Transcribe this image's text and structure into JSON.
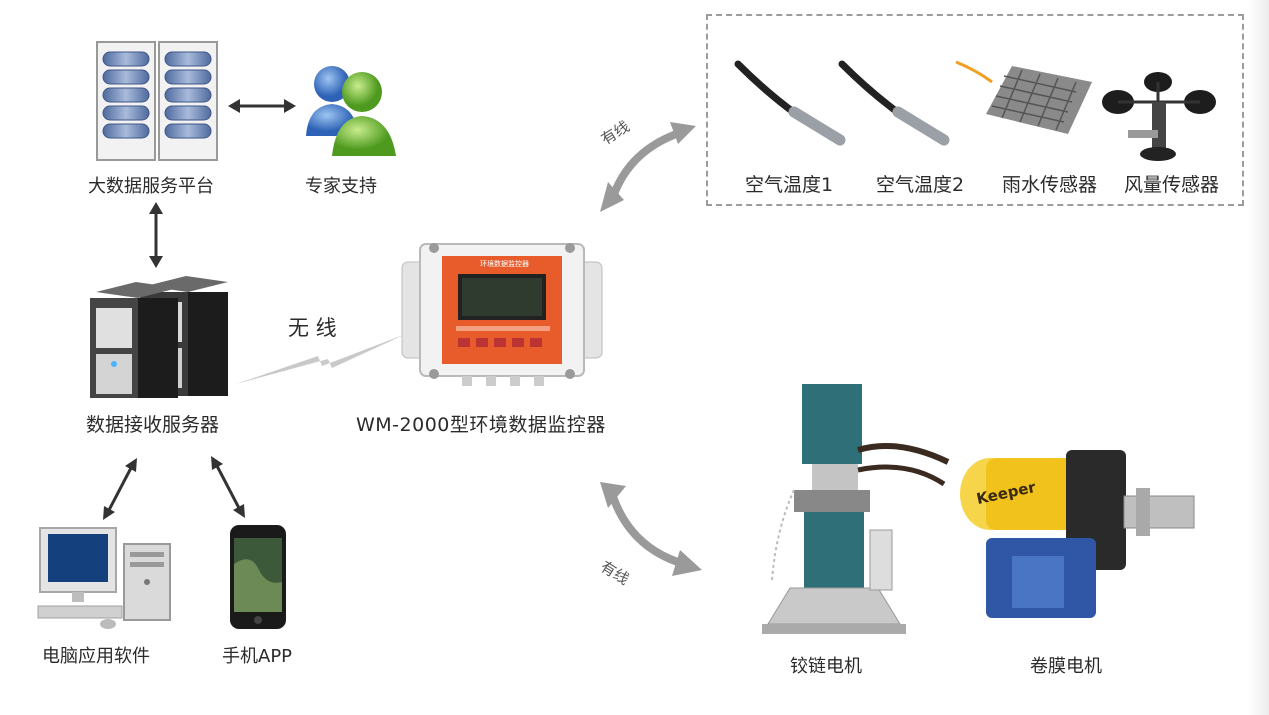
{
  "nodes": {
    "big_data_platform": "大数据服务平台",
    "expert_support": "专家支持",
    "receiving_server": "数据接收服务器",
    "pc_software": "电脑应用软件",
    "mobile_app": "手机APP",
    "controller": "WM-2000型环境数据监控器",
    "hinge_motor": "铰链电机",
    "film_motor": "卷膜电机"
  },
  "links": {
    "wireless": "无 线",
    "wired_top": "有线",
    "wired_bottom": "有线"
  },
  "sensors": [
    {
      "label": "空气温度1"
    },
    {
      "label": "空气温度2"
    },
    {
      "label": "雨水传感器"
    },
    {
      "label": "风量传感器"
    }
  ],
  "device_text": {
    "panel_title": "环境数据监控器",
    "motor_brand": "Keeper"
  },
  "colors": {
    "arrow_dark": "#333333",
    "arrow_gray": "#9a9a9a",
    "server_blue": "#6e86b4",
    "motor_teal": "#2f6f78",
    "motor_yellow": "#f2c21c",
    "motor_blue": "#2f57a6"
  }
}
